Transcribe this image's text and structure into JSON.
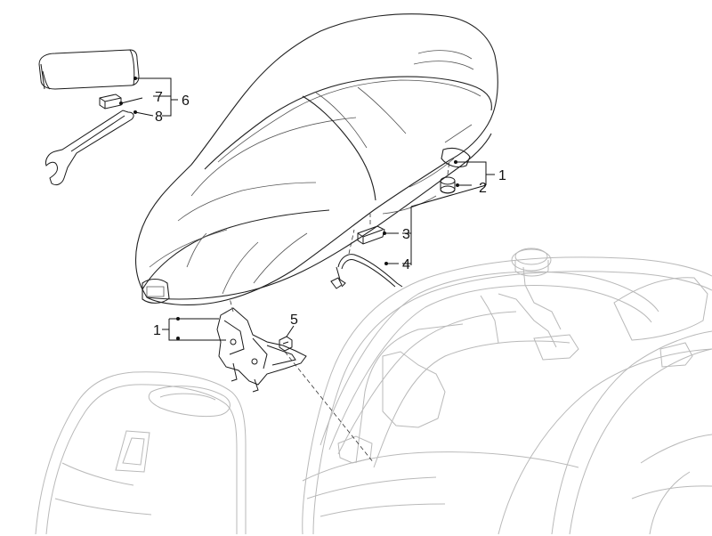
{
  "callouts": [
    {
      "id": "c1a",
      "label": "1"
    },
    {
      "id": "c2",
      "label": "2"
    },
    {
      "id": "c3",
      "label": "3"
    },
    {
      "id": "c4",
      "label": "4"
    },
    {
      "id": "c1b",
      "label": "1"
    },
    {
      "id": "c5",
      "label": "5"
    },
    {
      "id": "c6",
      "label": "6"
    },
    {
      "id": "c7",
      "label": "7"
    },
    {
      "id": "c8",
      "label": "8"
    }
  ],
  "colors": {
    "outline": "#1a1a1a",
    "scooter_body": "#b9b9b9",
    "background": "#ffffff"
  }
}
